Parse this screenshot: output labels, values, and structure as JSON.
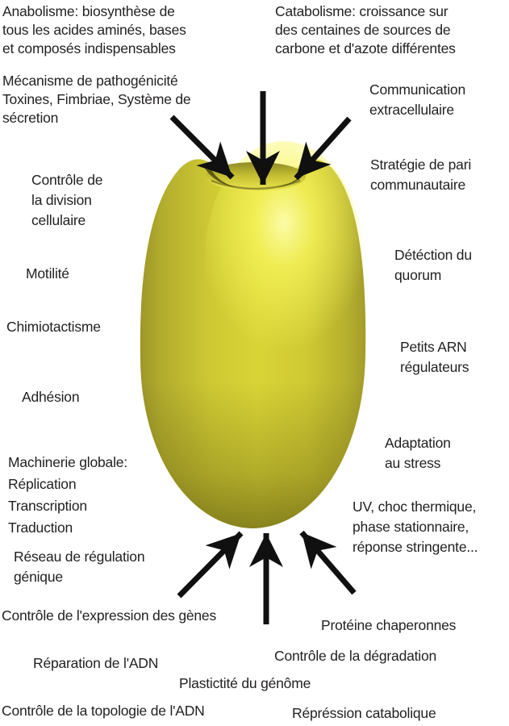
{
  "figure_type": "bacterial-cell-functions-diagram",
  "labels": {
    "anabolisme": "Anabolisme: biosynthèse de\ntous les acides aminés, bases\net composés indispensables",
    "catabolisme": "Catabolisme: croissance sur\ndes centaines de sources de\ncarbone et d'azote différentes",
    "pathogenicite": "Mécanisme de pathogénicité\nToxines, Fimbriae, Système de\nsécretion",
    "communication": "Communication\nextracellulaire",
    "strategie_pari": "Stratégie de pari\ncommunautaire",
    "division_cellulaire": "Contrôle de\nla division\ncellulaire",
    "motilite": "Motilité",
    "detection_quorum": "Détéction du\nquorum",
    "chimiotactisme": "Chimiotactisme",
    "petits_arn": "Petits ARN\nrégulateurs",
    "adhesion": "Adhésion",
    "adaptation_stress": "Adaptation\nau stress",
    "machinerie": "Machinerie globale:\nRéplication\nTranscription\nTraduction",
    "uv_choc": "UV, choc thermique,\nphase stationnaire,\nréponse stringente...",
    "reseau_regulation": "Réseau de régulation\ngénique",
    "controle_expression": "Contrôle de l'expression des gènes",
    "proteine_chaperonnes": "Protéine chaperonnes",
    "reparation_adn": "Réparation de l'ADN",
    "controle_degradation": "Contrôle de la dégradation",
    "plastictite_genome": "Plastictité du génôme",
    "controle_topologie": "Contrôle de la topologie de l'ADN",
    "repression_catabolique": "Répréssion catabolique"
  },
  "colors": {
    "background": "#ffffff",
    "text": "#221f1f",
    "arrow": "#101010",
    "cell_base": "#d9d436",
    "cell_edge_left": "#9d972a",
    "cell_edge_right": "#a29c2b",
    "cell_bottom_shadow": "#4d470a",
    "cell_highlight": "#feffb0",
    "dimple_dark": "#8f8a26",
    "dimple_light": "#eee94e"
  },
  "arrows": {
    "count_top": 3,
    "count_bottom": 3,
    "direction": "pointing-into-cell"
  }
}
